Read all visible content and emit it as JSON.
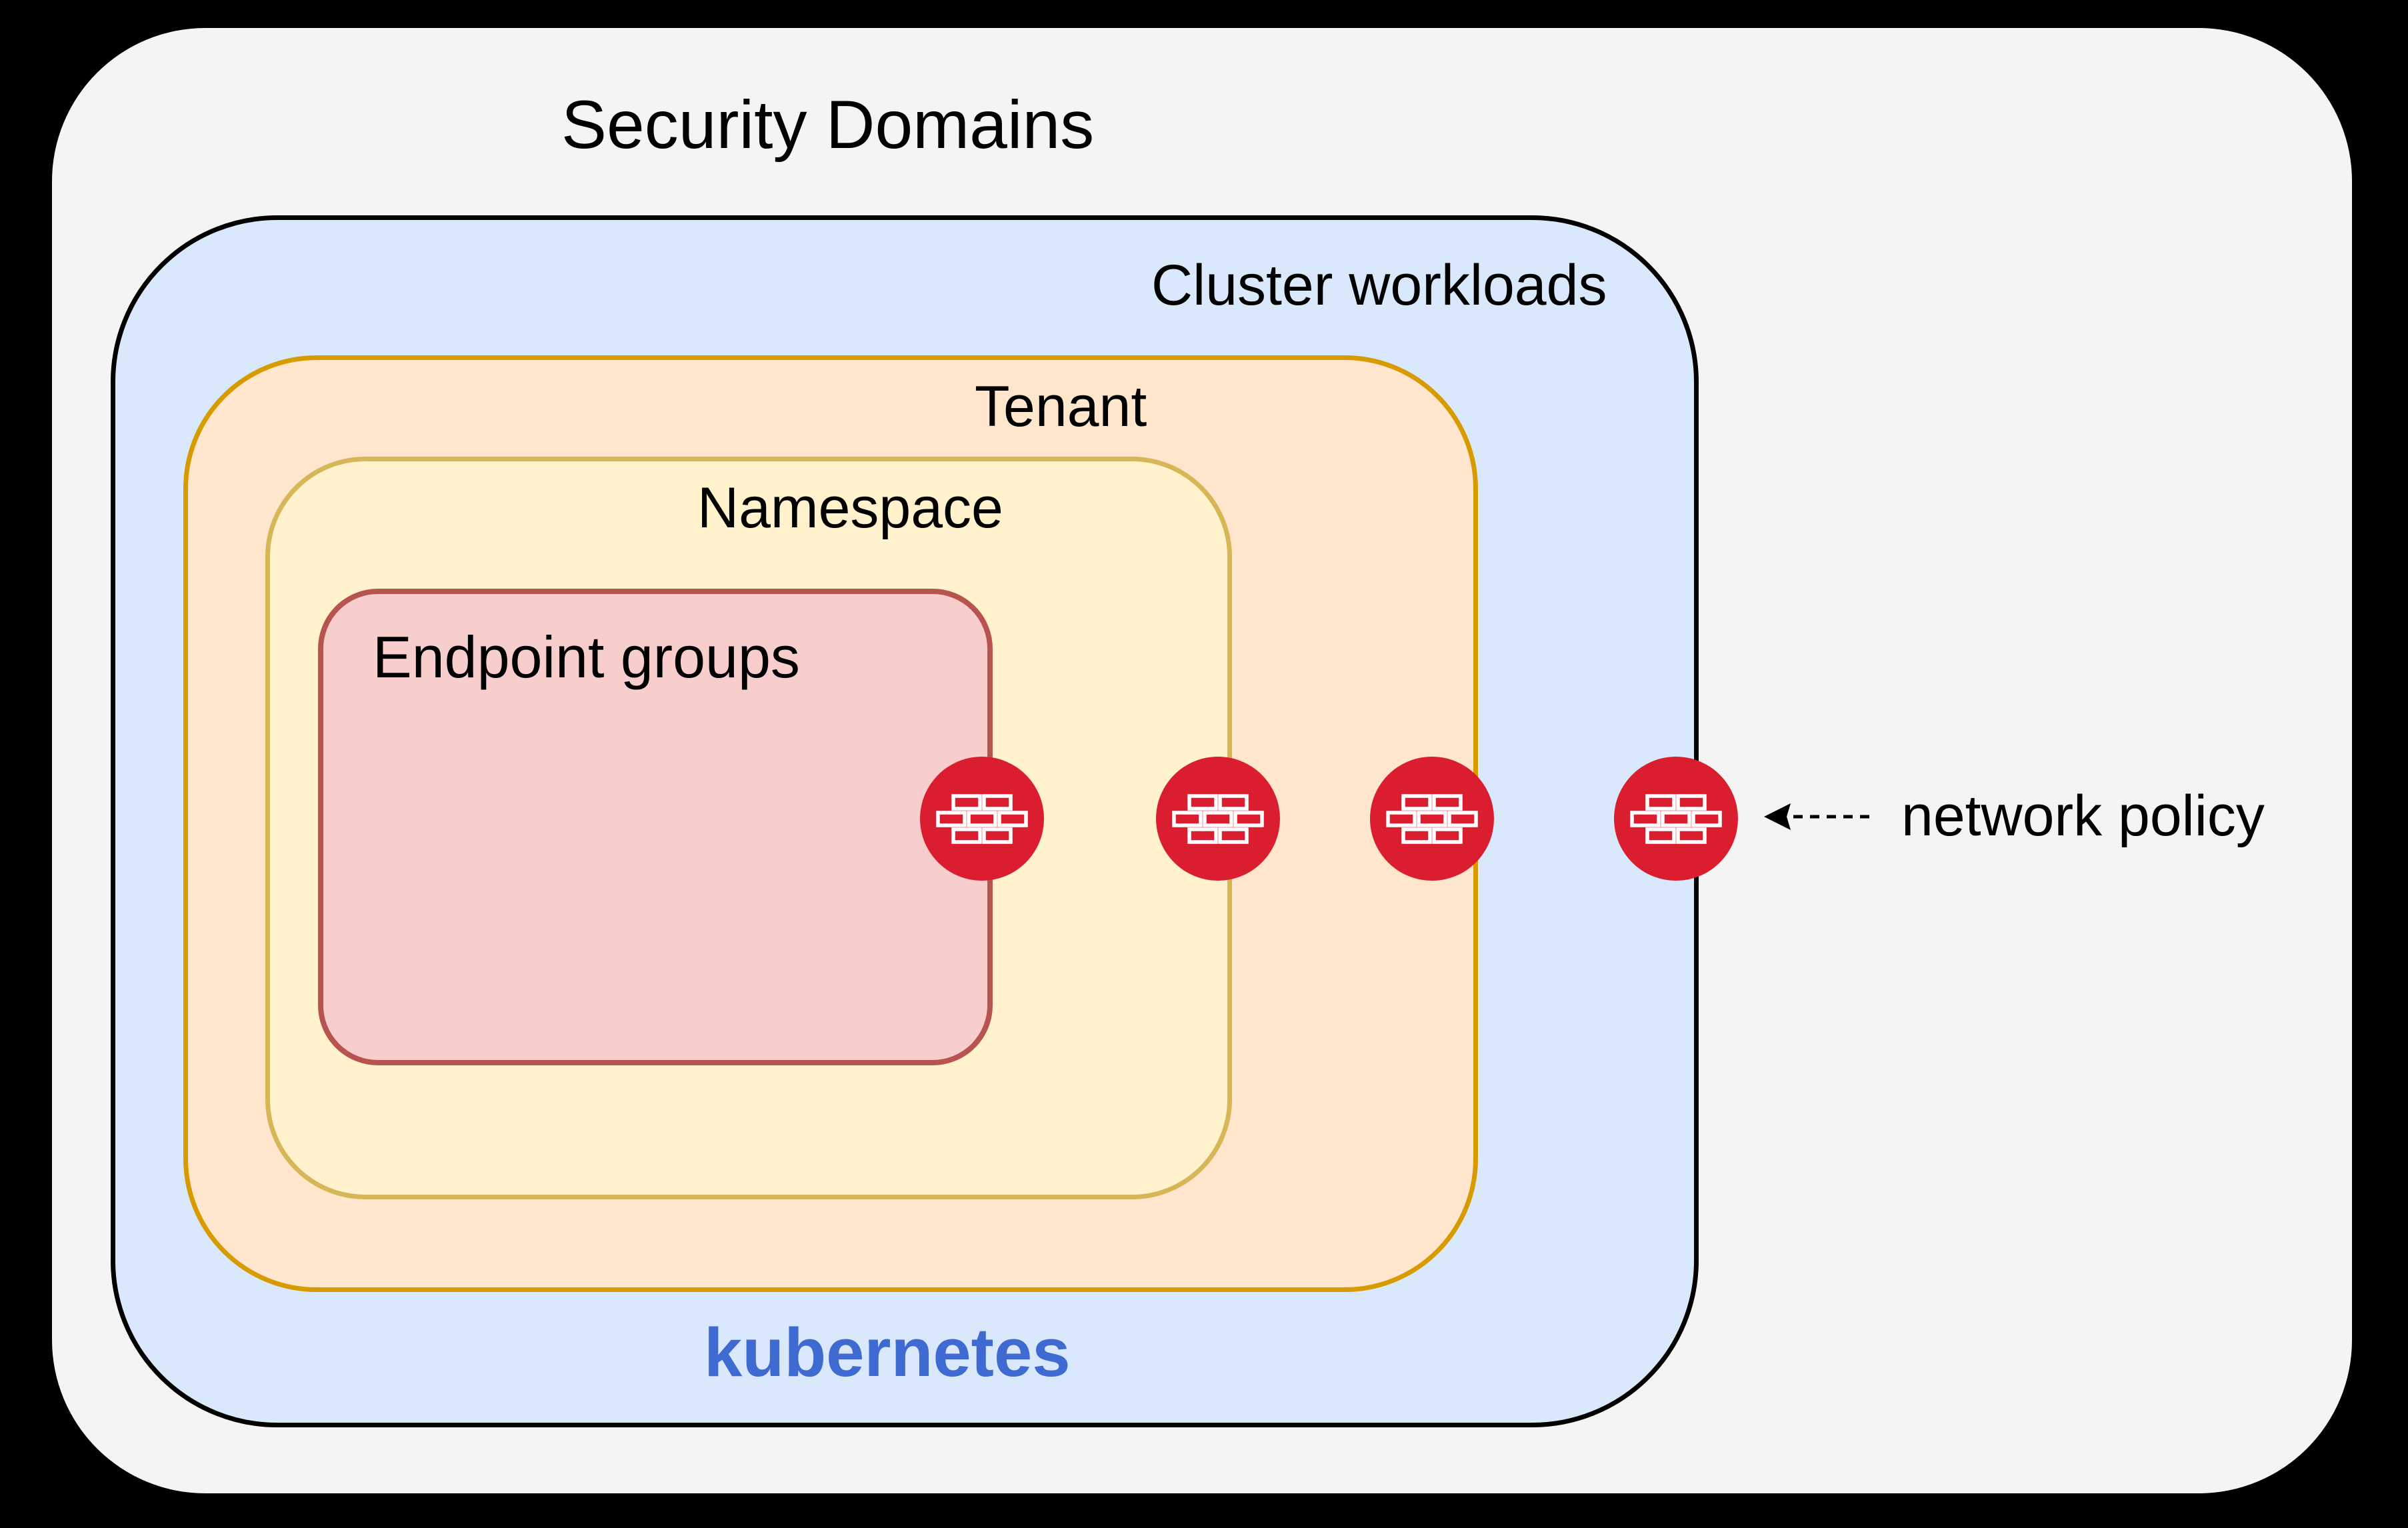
{
  "diagram": {
    "title": "Security Domains",
    "domains": [
      {
        "id": "cluster",
        "label": "Cluster workloads",
        "fill": "#dae8fc",
        "stroke": "#000000"
      },
      {
        "id": "tenant",
        "label": "Tenant",
        "fill": "#ffe6cc",
        "stroke": "#d79b00"
      },
      {
        "id": "namespace",
        "label": "Namespace",
        "fill": "#fff2cc",
        "stroke": "#d6b656"
      },
      {
        "id": "endpoint",
        "label": "Endpoint groups",
        "fill": "#f8cecc",
        "stroke": "#b85450"
      }
    ],
    "platform": {
      "label": "kubernetes",
      "color": "#3e6ad2"
    },
    "annotation": {
      "label": "network policy",
      "arrow_color": "#000000"
    },
    "firewall": {
      "icon": "firewall-brick-wall-icon",
      "count": 4,
      "color": "#da1e30",
      "brick_color": "#ffffff"
    },
    "canvas": {
      "background": "#000000",
      "panel": "#f4f4f4"
    }
  }
}
